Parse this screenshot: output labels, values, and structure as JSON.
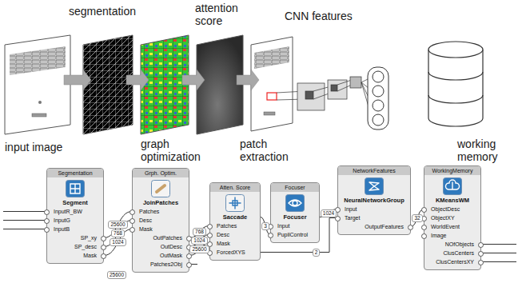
{
  "diagram": {
    "nodes": [
      {
        "text": [
          "Segmentation",
          "Segment",
          "InputR_BW",
          "InputG",
          "InputB",
          "SP_xy",
          "SP_desc",
          "Mask"
        ]
      },
      {
        "text": [
          "Grph. Optim.",
          "JoinPatches",
          "Patches",
          "Desc",
          "Mask",
          "OutPatches",
          "OutDesc",
          "OutMask",
          "Patches2Obj"
        ]
      },
      {
        "text": [
          "Atten. Score",
          "Saccade",
          "Patches",
          "Desc",
          "Mask",
          "ForcedXYS"
        ]
      },
      {
        "text": [
          "Focuser",
          "Focuser",
          "Input",
          "PupilControl"
        ]
      },
      {
        "text": [
          "NetworkFeatures",
          "NeuralNetworkGroup",
          "Input",
          "Target",
          "OutputFeatures"
        ]
      },
      {
        "text": [
          "WorkingMemory",
          "KMeansWM",
          "ObjectDesc",
          "ObjectXY",
          "WorldEvent",
          "Image",
          "NOfObjects",
          "ClusCenters",
          "ClusCentersXY"
        ]
      }
    ],
    "edges": [
      {
        "from": 0,
        "to": 1,
        "label": "25600",
        "arrow": "none"
      },
      {
        "from": 0,
        "to": 1,
        "label": "768",
        "arrow": "none"
      },
      {
        "from": 0,
        "to": 1,
        "label": "1024",
        "arrow": "none"
      },
      {
        "from": 1,
        "to": 2,
        "label": "768",
        "arrow": "none"
      },
      {
        "from": 1,
        "to": 2,
        "label": "1024",
        "arrow": "none"
      },
      {
        "from": 1,
        "to": 2,
        "label": "25600",
        "arrow": "none"
      },
      {
        "from": 2,
        "to": 3,
        "label": "3",
        "arrow": "none"
      },
      {
        "from": 3,
        "to": 4,
        "label": "1024",
        "arrow": "none"
      },
      {
        "from": 2,
        "to": 4,
        "label": "2",
        "arrow": "none"
      },
      {
        "from": 4,
        "to": 5,
        "label": "32",
        "arrow": "none"
      }
    ],
    "labels": [
      "segmentation",
      "attention score",
      "CNN features",
      "input image",
      "graph optimization",
      "patch extraction",
      "working memory",
      "25600"
    ]
  }
}
